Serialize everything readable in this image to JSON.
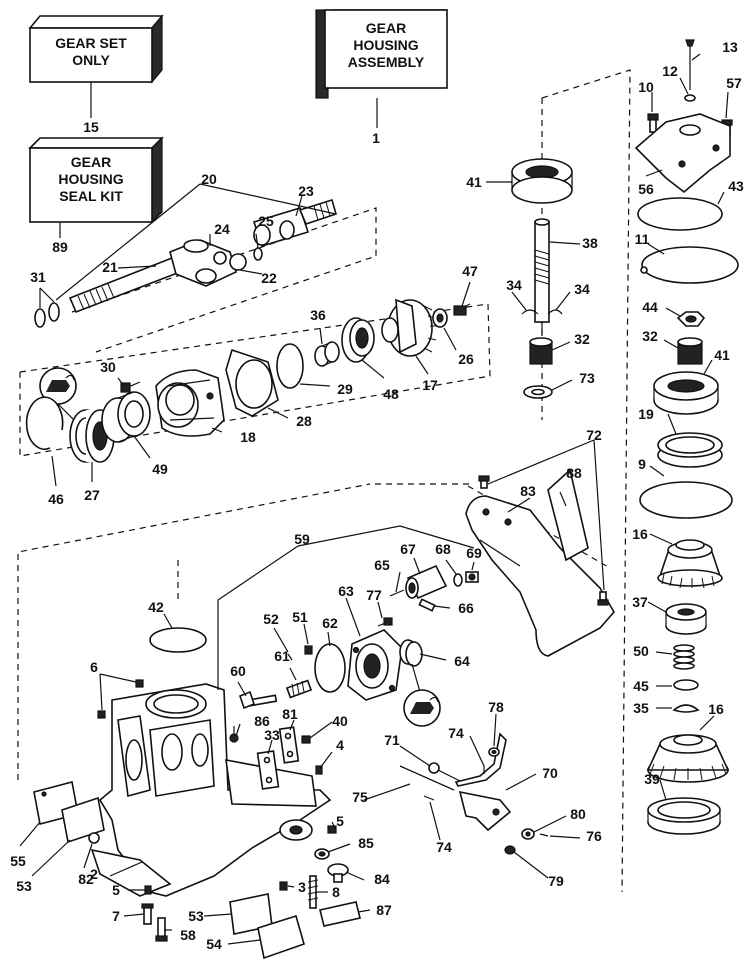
{
  "boxes": {
    "gear_set": {
      "line1": "GEAR SET",
      "line2": "ONLY",
      "ref": "15"
    },
    "gear_housing_assembly": {
      "line1": "GEAR",
      "line2": "HOUSING",
      "line3": "ASSEMBLY",
      "ref": "1"
    },
    "seal_kit": {
      "line1": "GEAR",
      "line2": "HOUSING",
      "line3": "SEAL KIT",
      "ref": "89"
    }
  },
  "callouts": {
    "n2": "2",
    "n3": "3",
    "n4": "4",
    "n5a": "5",
    "n5b": "5",
    "n6": "6",
    "n7": "7",
    "n8": "8",
    "n9": "9",
    "n10": "10",
    "n11": "11",
    "n12": "12",
    "n13": "13",
    "n16a": "16",
    "n16b": "16",
    "n17": "17",
    "n18": "18",
    "n19": "19",
    "n20": "20",
    "n21": "21",
    "n22": "22",
    "n23": "23",
    "n24": "24",
    "n25": "25",
    "n26": "26",
    "n27": "27",
    "n28": "28",
    "n29": "29",
    "n30": "30",
    "n31": "31",
    "n32a": "32",
    "n32b": "32",
    "n33": "33",
    "n34a": "34",
    "n34b": "34",
    "n35": "35",
    "n36": "36",
    "n37": "37",
    "n38": "38",
    "n39": "39",
    "n40": "40",
    "n41a": "41",
    "n41b": "41",
    "n42": "42",
    "n43": "43",
    "n44": "44",
    "n45": "45",
    "n46": "46",
    "n47": "47",
    "n48": "48",
    "n49": "49",
    "n50": "50",
    "n51": "51",
    "n52": "52",
    "n53a": "53",
    "n53b": "53",
    "n54": "54",
    "n55": "55",
    "n56": "56",
    "n57": "57",
    "n58": "58",
    "n59": "59",
    "n60": "60",
    "n61": "61",
    "n62": "62",
    "n63": "63",
    "n64": "64",
    "n65": "65",
    "n66": "66",
    "n67": "67",
    "n68": "68",
    "n69": "69",
    "n70": "70",
    "n71": "71",
    "n72": "72",
    "n73": "73",
    "n74a": "74",
    "n74b": "74",
    "n75": "75",
    "n76": "76",
    "n77": "77",
    "n78": "78",
    "n79": "79",
    "n80": "80",
    "n81": "81",
    "n82": "82",
    "n83": "83",
    "n84": "84",
    "n85": "85",
    "n86": "86",
    "n87": "87",
    "n88": "88"
  },
  "icons": {
    "sealant_a": "sealant-tube-icon",
    "sealant_b": "sealant-tube-icon"
  },
  "colors": {
    "ink": "#111111",
    "box_shade": "#2a2a2a",
    "paper": "#ffffff"
  }
}
